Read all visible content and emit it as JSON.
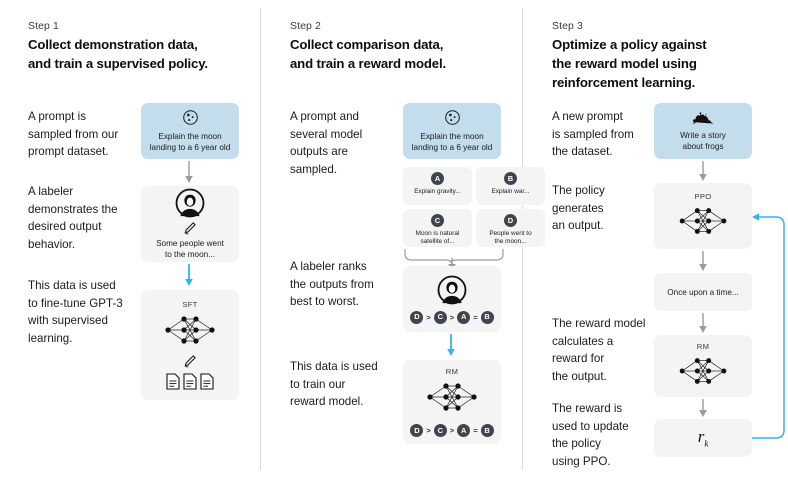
{
  "theme": {
    "background": "#ffffff",
    "card_gray": "#f4f4f4",
    "card_blue": "#c3dded",
    "badge_dark": "#3f4451",
    "arrow_gray": "#9a9aa2",
    "arrow_blue": "#31b4f0",
    "divider": "#dcdcdc",
    "text": "#1b1b1b"
  },
  "columns": [
    {
      "step_label": "Step 1",
      "title": "Collect demonstration data,\nand train a supervised policy.",
      "paragraphs": [
        "A prompt is\nsampled from our\nprompt dataset.",
        "A labeler\ndemonstrates the\ndesired output\nbehavior.",
        "This data is used\nto fine-tune GPT-3\nwith supervised\nlearning."
      ],
      "cards": [
        {
          "id": "prompt",
          "style": "blue",
          "icon": "moon-icon",
          "text": "Explain the moon\nlanding to a 6 year old"
        },
        {
          "id": "labeler",
          "style": "gray",
          "icon": "person-icon",
          "text": "Some people went\nto the moon..."
        },
        {
          "id": "sft",
          "style": "gray",
          "tag": "SFT",
          "icon": "neural-net-icon",
          "text": ""
        }
      ]
    },
    {
      "step_label": "Step 2",
      "title": "Collect comparison data,\nand train a reward model.",
      "paragraphs": [
        "A prompt and\nseveral model\noutputs are\nsampled.",
        "A labeler ranks\nthe outputs from\nbest to worst.",
        "This data is used\nto train our\nreward model."
      ],
      "cards": [
        {
          "id": "prompt",
          "style": "blue",
          "icon": "moon-icon",
          "text": "Explain the moon\nlanding to a 6 year old"
        },
        {
          "id": "ranker",
          "style": "gray",
          "icon": "person-icon",
          "text": ""
        },
        {
          "id": "rm",
          "style": "gray",
          "tag": "RM",
          "icon": "neural-net-icon",
          "text": ""
        }
      ],
      "options": [
        {
          "badge": "A",
          "text": "Explain gravity..."
        },
        {
          "badge": "B",
          "text": "Explain war..."
        },
        {
          "badge": "C",
          "text": "Moon is natural\nsatellite of..."
        },
        {
          "badge": "D",
          "text": "People went to\nthe moon..."
        }
      ],
      "ranking": [
        "D",
        ">",
        "C",
        ">",
        "A",
        "=",
        "B"
      ]
    },
    {
      "step_label": "Step 3",
      "title": "Optimize a policy against\nthe reward model using\nreinforcement learning.",
      "paragraphs": [
        "A new prompt\nis sampled from\nthe dataset.",
        "The policy\ngenerates\nan output.",
        "The reward model\ncalculates a\nreward for\nthe output.",
        "The reward is\nused to update\nthe policy\nusing PPO."
      ],
      "cards": [
        {
          "id": "prompt",
          "style": "blue",
          "icon": "frog-icon",
          "text": "Write a story\nabout frogs"
        },
        {
          "id": "ppo",
          "style": "gray",
          "tag": "PPO",
          "icon": "neural-net-icon",
          "text": ""
        },
        {
          "id": "output",
          "style": "gray",
          "text": "Once upon a time..."
        },
        {
          "id": "rm",
          "style": "gray",
          "tag": "RM",
          "icon": "neural-net-icon",
          "text": ""
        },
        {
          "id": "reward",
          "style": "gray",
          "text": "r",
          "subscript": "k"
        }
      ]
    }
  ]
}
